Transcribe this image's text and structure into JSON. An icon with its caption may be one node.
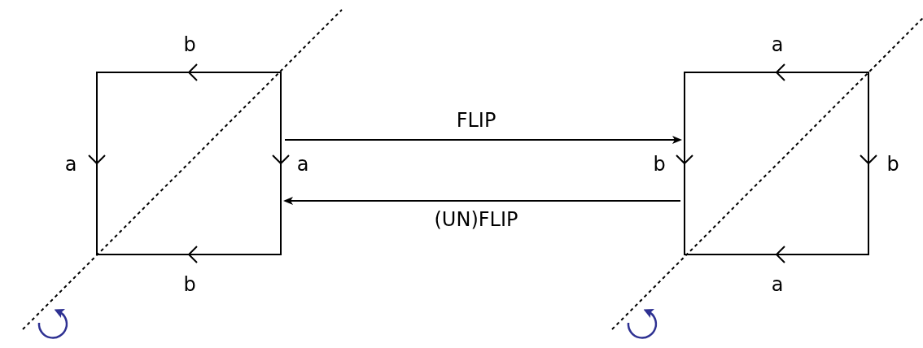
{
  "diagram": {
    "nodes": [
      {
        "text": [],
        "shape": "box"
      },
      {
        "text": [],
        "shape": "box"
      }
    ],
    "edges": [
      {
        "from": 0,
        "to": 1,
        "arrow": "to",
        "label": "FLIP"
      },
      {
        "from": 1,
        "to": 0,
        "arrow": "to",
        "label": "(UN)FLIP"
      }
    ],
    "labels": [
      "b",
      "a",
      "a",
      "a",
      "b",
      "b",
      "b",
      "a"
    ]
  }
}
